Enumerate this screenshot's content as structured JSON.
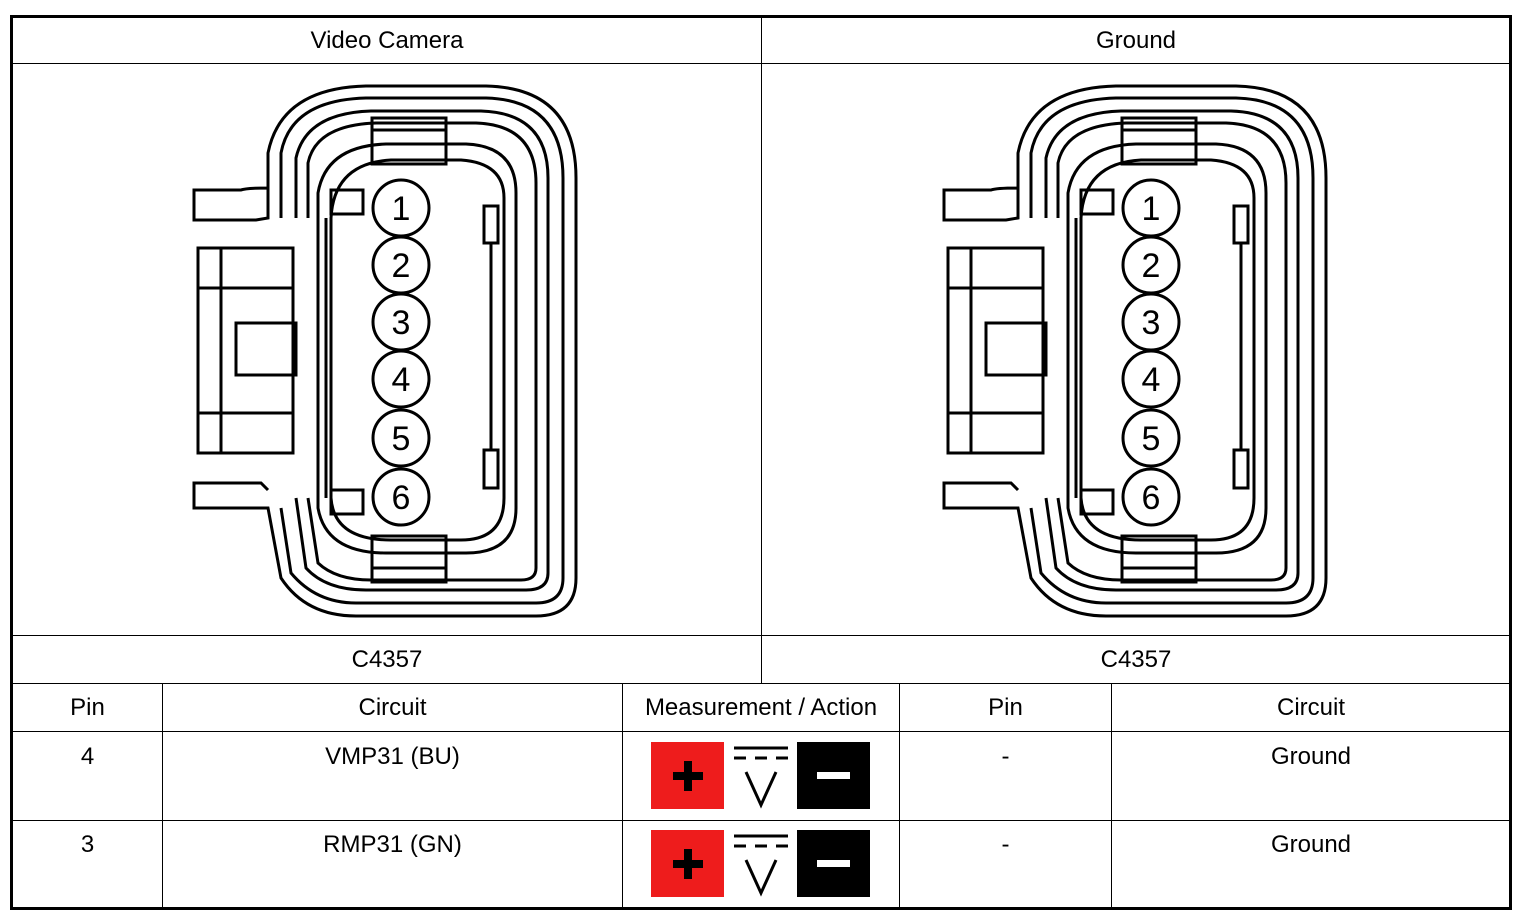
{
  "connectors": [
    {
      "title": "Video Camera",
      "code": "C4357",
      "pins": [
        "1",
        "2",
        "3",
        "4",
        "5",
        "6"
      ]
    },
    {
      "title": "Ground",
      "code": "C4357",
      "pins": [
        "1",
        "2",
        "3",
        "4",
        "5",
        "6"
      ]
    }
  ],
  "table": {
    "headers": {
      "pin": "Pin",
      "circuit": "Circuit",
      "measurement": "Measurement / Action",
      "pin2": "Pin",
      "circuit2": "Circuit"
    },
    "rows": [
      {
        "pin": "4",
        "circuit": "VMP31 (BU)",
        "measurement_icon": "dc-voltage-meter-icon",
        "pin2": "-",
        "circuit2": "Ground"
      },
      {
        "pin": "3",
        "circuit": "RMP31 (GN)",
        "measurement_icon": "dc-voltage-meter-icon",
        "pin2": "-",
        "circuit2": "Ground"
      }
    ]
  },
  "colors": {
    "positive_probe": "#ee1c1c",
    "negative_probe": "#000000"
  }
}
